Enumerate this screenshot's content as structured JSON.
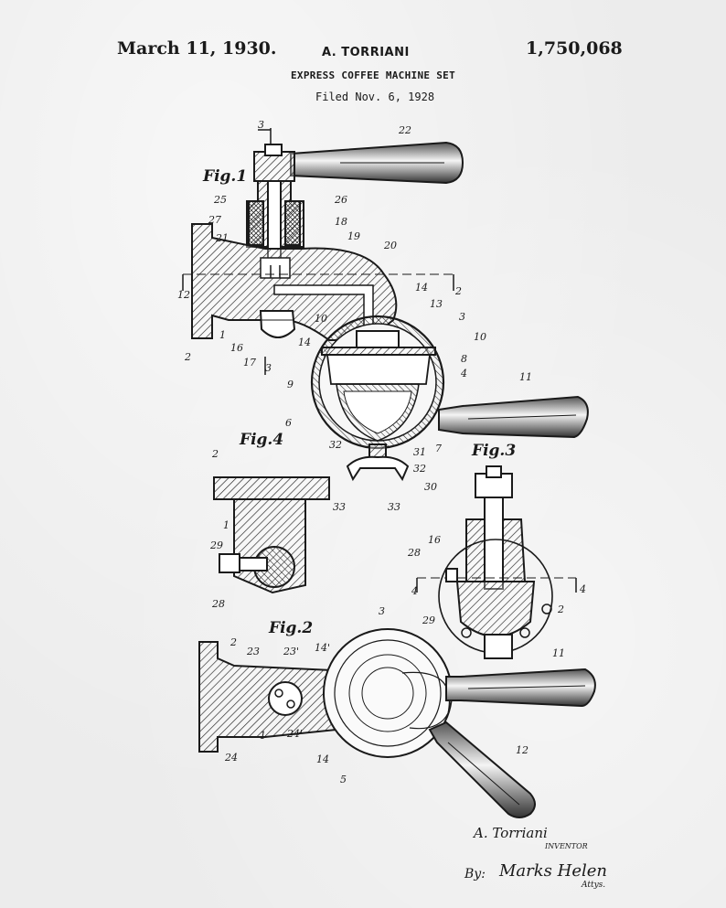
{
  "header": {
    "date": "March 11, 1930.",
    "inventor": "A. TORRIANI",
    "patent_number": "1,750,068",
    "title": "EXPRESS COFFEE MACHINE SET",
    "filed": "Filed Nov. 6, 1928"
  },
  "figures": {
    "fig1": "Fig.1",
    "fig2": "Fig.2",
    "fig3": "Fig.3",
    "fig4": "Fig.4"
  },
  "signatures": {
    "inventor_name": "A. Torriani",
    "inventor_role": "INVENTOR",
    "by": "By:",
    "attorney_name": "Marks Helen",
    "attorney_role": "Attys."
  },
  "labels": {
    "l3top": "3",
    "l22": "22",
    "l25": "25",
    "l26": "26",
    "l27": "27",
    "l18": "18",
    "l21": "21",
    "l19": "19",
    "l20": "20",
    "l12left": "12",
    "l12right": "2",
    "l14a": "14",
    "l13": "13",
    "l3": "3",
    "l10a": "10",
    "l10b": "10",
    "l8": "8",
    "l4": "4",
    "l2": "2",
    "l1": "1",
    "l16": "16",
    "l17": "17",
    "l3b": "3",
    "l14b": "14",
    "l9": "9",
    "l6": "6",
    "l11": "11",
    "l7": "7",
    "l32a": "32",
    "l31": "31",
    "l32b": "32",
    "l30": "30",
    "l33a": "33",
    "l33b": "33",
    "f4_2": "2",
    "f4_1": "1",
    "f4_29": "29",
    "f4_28": "28",
    "f3_16": "16",
    "f3_28": "28",
    "f3_4a": "4",
    "f3_4b": "4",
    "f3_29": "29",
    "f3_2": "2",
    "f2_3": "3",
    "f2_2": "2",
    "f2_23": "23",
    "f2_23p": "23'",
    "f2_14p": "14'",
    "f2_11": "11",
    "f2_24p": "24'",
    "f2_1": "1",
    "f2_24": "24",
    "f2_14": "14",
    "f2_12": "12",
    "f2_5": "5"
  }
}
